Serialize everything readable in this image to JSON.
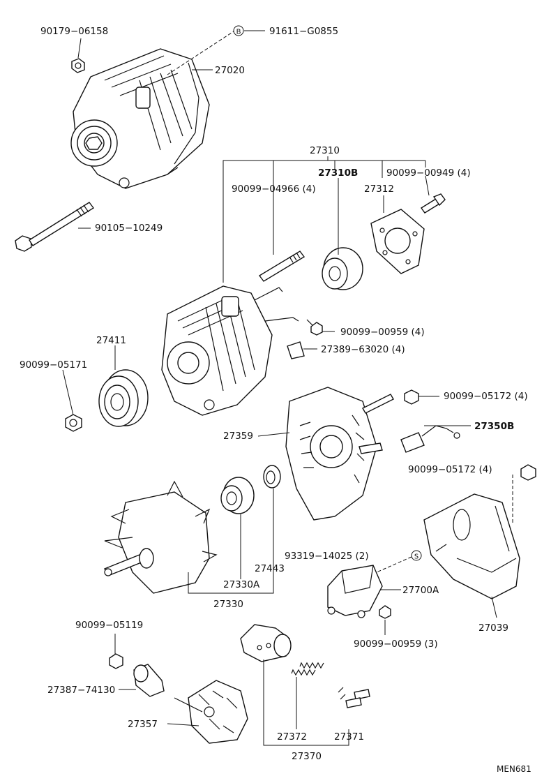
{
  "labels": {
    "p90179": "90179−06158",
    "p91611": "91611−G0855",
    "p27020": "27020",
    "p27310": "27310",
    "p27310b": "27310B",
    "p90099_00949": "90099−00949 (4)",
    "p90099_04966": "90099−04966 (4)",
    "p27312": "27312",
    "p90105": "90105−10249",
    "p90099_00959_4": "90099−00959 (4)",
    "p27389": "27389−63020 (4)",
    "p27411": "27411",
    "p90099_05171": "90099−05171",
    "p90099_05172_a": "90099−05172 (4)",
    "p27350b": "27350B",
    "p27359": "27359",
    "p90099_05172_b": "90099−05172 (4)",
    "p93319": "93319−14025 (2)",
    "p27443": "27443",
    "p27330a": "27330A",
    "p27330": "27330",
    "p27700a": "27700A",
    "p27039": "27039",
    "p90099_00959_3": "90099−00959 (3)",
    "p90099_05119": "90099−05119",
    "p27387": "27387−74130",
    "p27357": "27357",
    "p27372": "27372",
    "p27371": "27371",
    "p27370": "27370",
    "footer": "MEN681",
    "marker_b": "B",
    "marker_s": "S"
  }
}
